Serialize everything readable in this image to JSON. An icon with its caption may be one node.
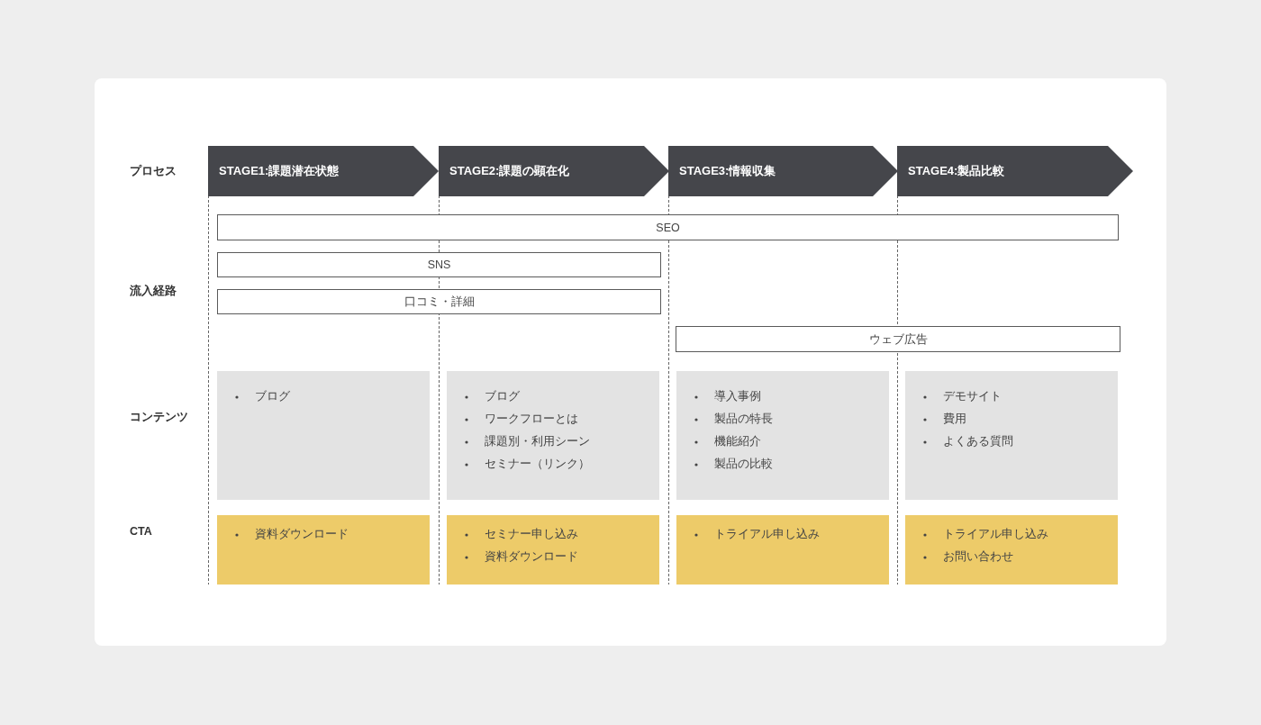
{
  "diagram": {
    "nodes": [
      {
        "text": [
          "STAGE1:課題潜在状態"
        ]
      },
      {
        "text": [
          "STAGE2:課題の顕在化"
        ]
      },
      {
        "text": [
          "STAGE3:情報収集"
        ]
      },
      {
        "text": [
          "STAGE4:製品比較"
        ]
      },
      {
        "text": [
          "SEO"
        ]
      },
      {
        "text": [
          "SNS"
        ]
      },
      {
        "text": [
          "口コミ・詳細"
        ]
      },
      {
        "text": [
          "ウェブ広告"
        ]
      },
      {
        "text": [
          "ブログ"
        ]
      },
      {
        "text": [
          "ブログ",
          "ワークフローとは",
          "課題別・利用シーン",
          "セミナー（リンク）"
        ]
      },
      {
        "text": [
          "導入事例",
          "製品の特長",
          "機能紹介",
          "製品の比較"
        ]
      },
      {
        "text": [
          "デモサイト",
          "費用",
          "よくある質問"
        ]
      },
      {
        "text": [
          "資料ダウンロード"
        ]
      },
      {
        "text": [
          "セミナー申し込み",
          "資料ダウンロード"
        ]
      },
      {
        "text": [
          "トライアル申し込み"
        ]
      },
      {
        "text": [
          "トライアル申し込み",
          "お問い合わせ"
        ]
      }
    ],
    "labels": [
      "プロセス",
      "流入経路",
      "コンテンツ",
      "CTA"
    ]
  }
}
